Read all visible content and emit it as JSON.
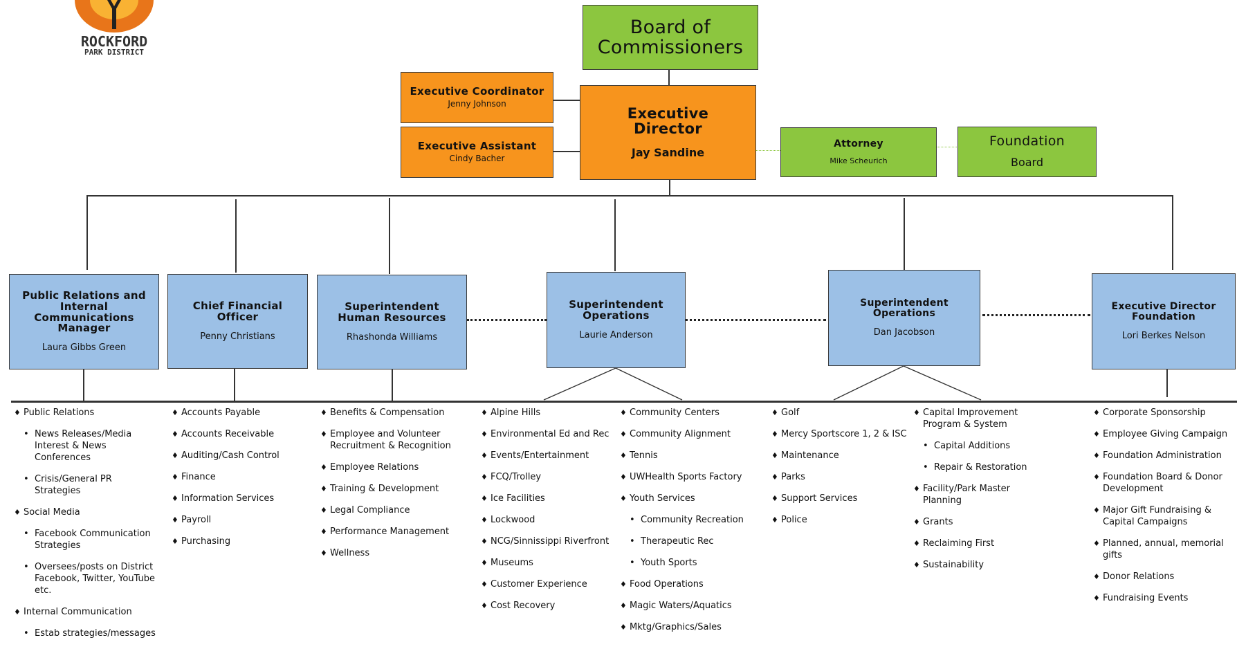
{
  "logo": {
    "name": "ROCKFORD",
    "sub": "PARK DISTRICT",
    "color": "#e8751a"
  },
  "colors": {
    "green": "#8cc63f",
    "orange": "#f7941d",
    "blue": "#9cc0e6"
  },
  "board": {
    "title": "Board of Commissioners"
  },
  "exec_coordinator": {
    "title": "Executive Coordinator",
    "name": "Jenny Johnson"
  },
  "exec_assistant": {
    "title": "Executive Assistant",
    "name": "Cindy Bacher"
  },
  "exec_director": {
    "title": "Executive Director",
    "name": "Jay Sandine"
  },
  "attorney": {
    "title": "Attorney",
    "name": "Mike Scheurich"
  },
  "foundation_board": {
    "title": "Foundation",
    "name": "Board"
  },
  "departments": [
    {
      "title": "Public Relations and Internal Communications Manager",
      "name": "Laura Gibbs Green"
    },
    {
      "title": "Chief Financial Officer",
      "name": "Penny Christians"
    },
    {
      "title": "Superintendent Human Resources",
      "name": "Rhashonda Williams"
    },
    {
      "title": "Superintendent Operations",
      "name": "Laurie Anderson"
    },
    {
      "title": "Superintendent Operations",
      "name": "Dan Jacobson"
    },
    {
      "title": "Executive Director Foundation",
      "name": "Lori Berkes Nelson"
    }
  ],
  "lists": {
    "pr": [
      {
        "t": "Public Relations",
        "lvl": 1
      },
      {
        "t": "News Releases/Media Interest & News Conferences",
        "lvl": 2
      },
      {
        "t": "Crisis/General PR Strategies",
        "lvl": 2
      },
      {
        "t": "Social Media",
        "lvl": 1
      },
      {
        "t": "Facebook Communication Strategies",
        "lvl": 2
      },
      {
        "t": "Oversees/posts on District Facebook, Twitter, YouTube etc.",
        "lvl": 2
      },
      {
        "t": "Internal Communication",
        "lvl": 1
      },
      {
        "t": "Estab strategies/messages",
        "lvl": 2
      }
    ],
    "cfo": [
      {
        "t": "Accounts Payable",
        "lvl": 1
      },
      {
        "t": "Accounts Receivable",
        "lvl": 1
      },
      {
        "t": "Auditing/Cash Control",
        "lvl": 1
      },
      {
        "t": "Finance",
        "lvl": 1
      },
      {
        "t": "Information Services",
        "lvl": 1
      },
      {
        "t": "Payroll",
        "lvl": 1
      },
      {
        "t": "Purchasing",
        "lvl": 1
      }
    ],
    "hr": [
      {
        "t": "Benefits & Compensation",
        "lvl": 1
      },
      {
        "t": "Employee and Volunteer Recruitment & Recognition",
        "lvl": 1
      },
      {
        "t": "Employee Relations",
        "lvl": 1
      },
      {
        "t": "Training & Development",
        "lvl": 1
      },
      {
        "t": "Legal Compliance",
        "lvl": 1
      },
      {
        "t": "Performance Management",
        "lvl": 1
      },
      {
        "t": "Wellness",
        "lvl": 1
      }
    ],
    "ops1a": [
      {
        "t": "Alpine Hills",
        "lvl": 1
      },
      {
        "t": "Environmental Ed and Rec",
        "lvl": 1
      },
      {
        "t": "Events/Entertainment",
        "lvl": 1
      },
      {
        "t": "FCQ/Trolley",
        "lvl": 1
      },
      {
        "t": "Ice Facilities",
        "lvl": 1
      },
      {
        "t": "Lockwood",
        "lvl": 1
      },
      {
        "t": "NCG/Sinnissippi Riverfront",
        "lvl": 1
      },
      {
        "t": "Museums",
        "lvl": 1
      },
      {
        "t": "Customer Experience",
        "lvl": 1
      },
      {
        "t": "Cost Recovery",
        "lvl": 1
      }
    ],
    "ops1b": [
      {
        "t": "Community Centers",
        "lvl": 1
      },
      {
        "t": "Community Alignment",
        "lvl": 1
      },
      {
        "t": "Tennis",
        "lvl": 1
      },
      {
        "t": "UWHealth Sports Factory",
        "lvl": 1
      },
      {
        "t": "Youth Services",
        "lvl": 1
      },
      {
        "t": "Community Recreation",
        "lvl": 2
      },
      {
        "t": "Therapeutic Rec",
        "lvl": 2
      },
      {
        "t": "Youth Sports",
        "lvl": 2
      },
      {
        "t": "Food Operations",
        "lvl": 1
      },
      {
        "t": "Magic Waters/Aquatics",
        "lvl": 1
      },
      {
        "t": "Mktg/Graphics/Sales",
        "lvl": 1
      }
    ],
    "ops2a": [
      {
        "t": "Golf",
        "lvl": 1
      },
      {
        "t": "Mercy Sportscore 1, 2 & ISC",
        "lvl": 1
      },
      {
        "t": "Maintenance",
        "lvl": 1
      },
      {
        "t": "Parks",
        "lvl": 1
      },
      {
        "t": "Support Services",
        "lvl": 1
      },
      {
        "t": "Police",
        "lvl": 1
      }
    ],
    "ops2b": [
      {
        "t": "Capital Improvement Program & System",
        "lvl": 1
      },
      {
        "t": "Capital Additions",
        "lvl": 2
      },
      {
        "t": "Repair & Restoration",
        "lvl": 2
      },
      {
        "t": "Facility/Park Master Planning",
        "lvl": 1
      },
      {
        "t": "Grants",
        "lvl": 1
      },
      {
        "t": "Reclaiming First",
        "lvl": 1
      },
      {
        "t": "Sustainability",
        "lvl": 1
      }
    ],
    "fdn": [
      {
        "t": "Corporate Sponsorship",
        "lvl": 1
      },
      {
        "t": "Employee Giving Campaign",
        "lvl": 1
      },
      {
        "t": "Foundation Administration",
        "lvl": 1
      },
      {
        "t": "Foundation Board & Donor Development",
        "lvl": 1
      },
      {
        "t": "Major Gift Fundraising & Capital Campaigns",
        "lvl": 1
      },
      {
        "t": "Planned, annual, memorial gifts",
        "lvl": 1
      },
      {
        "t": "Donor Relations",
        "lvl": 1
      },
      {
        "t": "Fundraising Events",
        "lvl": 1
      }
    ]
  }
}
